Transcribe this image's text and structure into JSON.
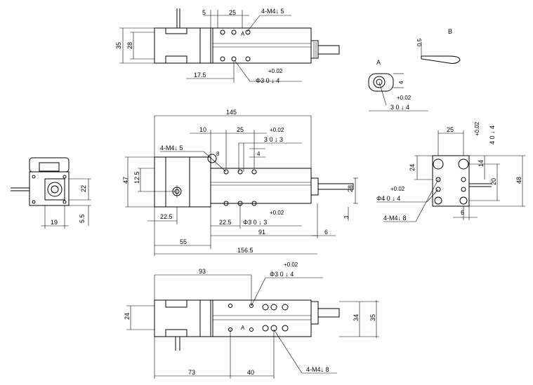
{
  "top_view": {
    "dim_5": "5",
    "dim_25": "25",
    "callout_tap": "4-M4↓ 5",
    "dim_35": "35",
    "dim_28": "28",
    "dim_17_5": "17.5",
    "tol": "+0.02",
    "hole": "Φ3  0  ↓ 4",
    "label_a": "A"
  },
  "detail_b": {
    "label": "B",
    "dim": "0.5"
  },
  "detail_a": {
    "label": "A",
    "dim": "4",
    "tol": "+0.02",
    "hole": "3  0  ↓ 4"
  },
  "front_view": {
    "dim_145": "145",
    "dim_10": "10",
    "dim_25": "25",
    "tol1": "+0.02",
    "hole1": "3  0  ↓ 3",
    "callout_tap": "4-M4↓ 5",
    "dim_8": "8",
    "dim_4": "4",
    "dim_47": "47",
    "dim_12_5": "12.5",
    "dim_28": "28",
    "dim_3": "3",
    "dim_22_5a": "22.5",
    "dim_22_5b": "22.5",
    "tol2": "+0.02",
    "hole2": "Φ3  0  ↓ 3",
    "dim_91": "91",
    "dim_6": "6",
    "dim_55": "55",
    "dim_156_5": "156.5"
  },
  "left_view": {
    "dim_22": "22",
    "dim_5_5": "5.5",
    "dim_19": "19"
  },
  "right_view": {
    "dim_25": "25",
    "tol": "+0.02",
    "hole_top": "4  0  ↓ 4",
    "dim_24": "24",
    "dim_14": "14",
    "dim_20": "20",
    "dim_48": "48",
    "tol2": "+0.02",
    "hole2": "Φ4  0  ↓ 4",
    "callout_tap": "4-M4↓ 8",
    "dim_6": "6"
  },
  "bottom_view": {
    "dim_93": "93",
    "tol": "+0.02",
    "hole": "Φ3  0  ↓ 4",
    "dim_24": "24",
    "dim_34": "34",
    "dim_35": "35",
    "label_a": "A",
    "dim_73": "73",
    "dim_40": "40",
    "callout_tap": "4-M4↓ 8"
  }
}
